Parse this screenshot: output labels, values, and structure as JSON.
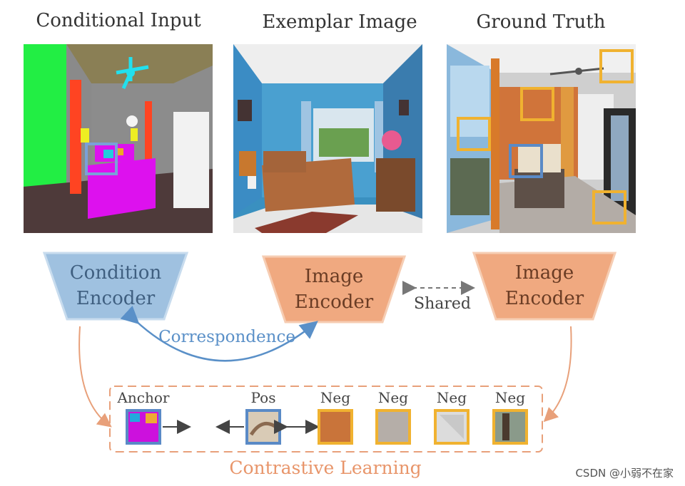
{
  "titles": {
    "conditional": "Conditional Input",
    "exemplar": "Exemplar Image",
    "ground_truth": "Ground Truth"
  },
  "encoders": {
    "condition": [
      "Condition",
      "Encoder"
    ],
    "image_left": [
      "Image",
      "Encoder"
    ],
    "image_right": [
      "Image",
      "Encoder"
    ]
  },
  "labels": {
    "shared": "Shared",
    "correspondence": "Correspondence",
    "anchor": "Anchor",
    "pos": "Pos",
    "neg1": "Neg",
    "neg2": "Neg",
    "neg3": "Neg",
    "neg4": "Neg",
    "contrastive": "Contrastive Learning"
  },
  "watermark": "CSDN @小弱不在家",
  "colors": {
    "condition_encoder": "#9fc1e0",
    "image_encoder": "#f0a980",
    "correspondence": "#5a90c8",
    "contrastive": "#e8956a",
    "neg_border": "#f0b230",
    "pos_border": "#5a8ac6"
  }
}
